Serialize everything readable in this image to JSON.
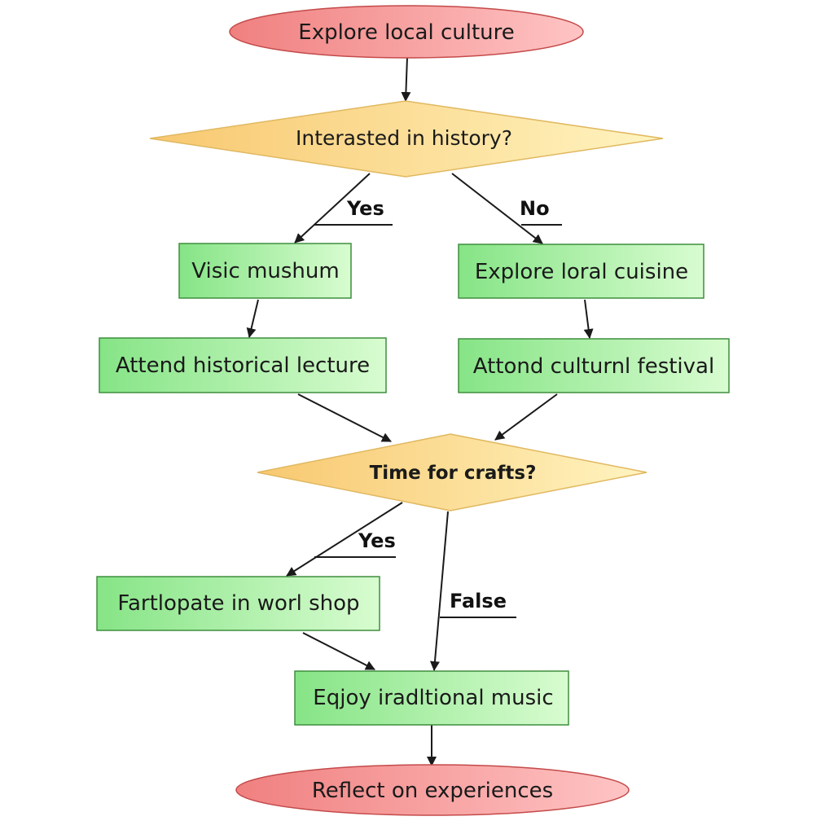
{
  "nodes": {
    "start": "Explore local culture",
    "decision_history": "Interasted in history?",
    "visit_museum": "Visic mushum",
    "explore_cuisine": "Explore loral cuisine",
    "attend_lecture": "Attend historical lecture",
    "attend_festival": "Attond culturnl festival",
    "decision_crafts": "Time for crafts?",
    "workshop": "Fartlopate in worl shop",
    "music": "Eqjoy iradltional music",
    "end": "Reflect on experiences"
  },
  "edge_labels": {
    "history_yes": "Yes",
    "history_no": "No",
    "crafts_yes": "Yes",
    "crafts_false": "False"
  },
  "colors": {
    "terminal_fill_left": "#f08080",
    "terminal_fill_right": "#ffc4c4",
    "process_fill_left": "#86e486",
    "process_fill_right": "#d8fcd0",
    "decision_fill_left": "#f8c870",
    "decision_fill_right": "#fff4c0",
    "edge_color": "#1a1a1a"
  }
}
